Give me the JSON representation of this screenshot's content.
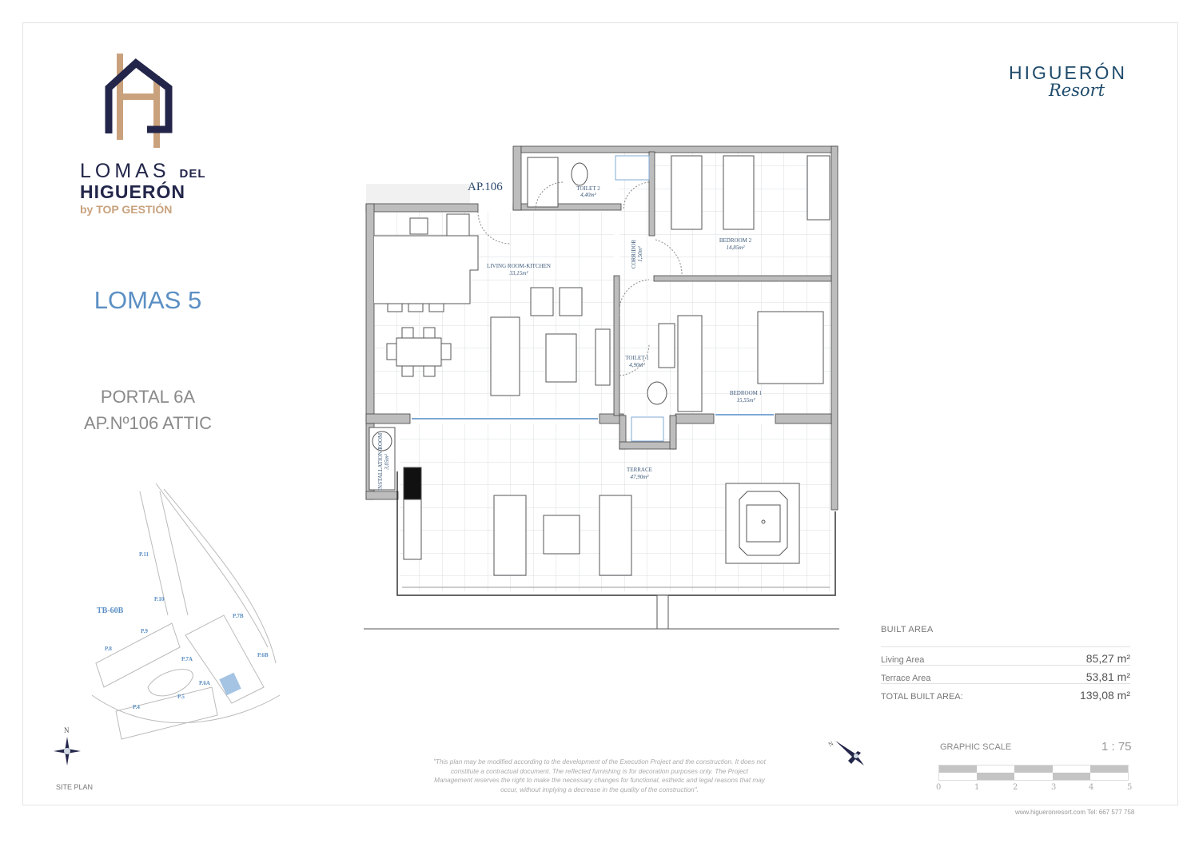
{
  "logo": {
    "line1": "LOMAS",
    "line1_small": "DEL",
    "line2": "HIGUERÓN",
    "line3": "by  TOP GESTIÓN",
    "colors": {
      "navy": "#23264a",
      "gold": "#c9a27d"
    }
  },
  "brand": {
    "name": "HIGUERÓN",
    "sub": "Resort"
  },
  "project": {
    "name": "LOMAS 5",
    "portal": "PORTAL 6A",
    "apartment": "AP.Nº106 ATTIC"
  },
  "plan": {
    "apartment_tag": "AP.106",
    "rooms": [
      {
        "name": "TOILET 2",
        "area": "4,40m²"
      },
      {
        "name": "LIVING ROOM-KITCHEN",
        "area": "33,15m²"
      },
      {
        "name": "CORRIDOR",
        "area": "1,50m²"
      },
      {
        "name": "BEDROOM 2",
        "area": "14,85m²"
      },
      {
        "name": "TOILET 1",
        "area": "4,90m²"
      },
      {
        "name": "BEDROOM 1",
        "area": "15,55m²"
      },
      {
        "name": "TERRACE",
        "area": "47,90m²"
      },
      {
        "name": "INSTALLATION ROOM",
        "area": "3,05m²"
      }
    ]
  },
  "built_area": {
    "title": "BUILT AREA",
    "rows": [
      {
        "label": "Living Area",
        "value": "85,27 m²"
      },
      {
        "label": "Terrace Area",
        "value": "53,81 m²"
      },
      {
        "label": "TOTAL BUILT AREA:",
        "value": "139,08 m²"
      }
    ]
  },
  "scale": {
    "title": "GRAPHIC SCALE",
    "ratio": "1 : 75",
    "ticks": [
      "0",
      "1",
      "2",
      "3",
      "4",
      "5"
    ]
  },
  "site_plan": {
    "title": "SITE PLAN",
    "north": "N",
    "zone": "TB-60B",
    "portals": [
      "P.11",
      "P.10",
      "P.9",
      "P.8",
      "P.7B",
      "P.7A",
      "P.6B",
      "P.6A",
      "P.5",
      "P.4"
    ]
  },
  "compass_label": "N",
  "disclaimer": "\"This plan may be modified according to the development of the Execution Project and the construction. It does not constitute a contractual document. The reflected furnishing is for decoration purposes only. The Project Management reserves the right to make the necessary changes for functional, esthetic and legal reasons that may occur, without implying a decrease in the quality of the construction\".",
  "footer": {
    "website": "www.higueronresort.com Tel: 667 577 758"
  }
}
